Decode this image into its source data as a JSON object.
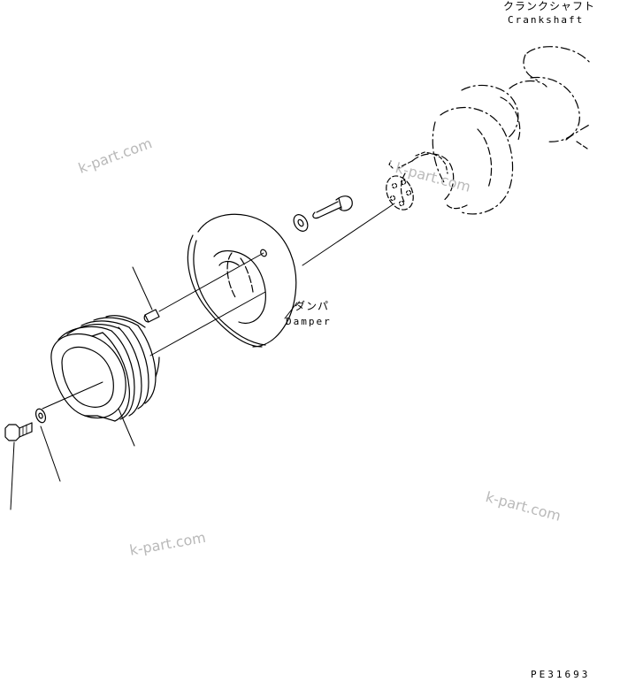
{
  "labels": {
    "crankshaft_jp": "クランクシャフト",
    "crankshaft_en": "Crankshaft",
    "damper_jp": "ダンパ",
    "damper_en": "Damper"
  },
  "watermarks": [
    "k-part.com",
    "k-part.com",
    "k-part.com",
    "k-part.com"
  ],
  "drawing_code": "PE31693",
  "colors": {
    "line": "#000000",
    "watermark": "#b9b9b9"
  }
}
